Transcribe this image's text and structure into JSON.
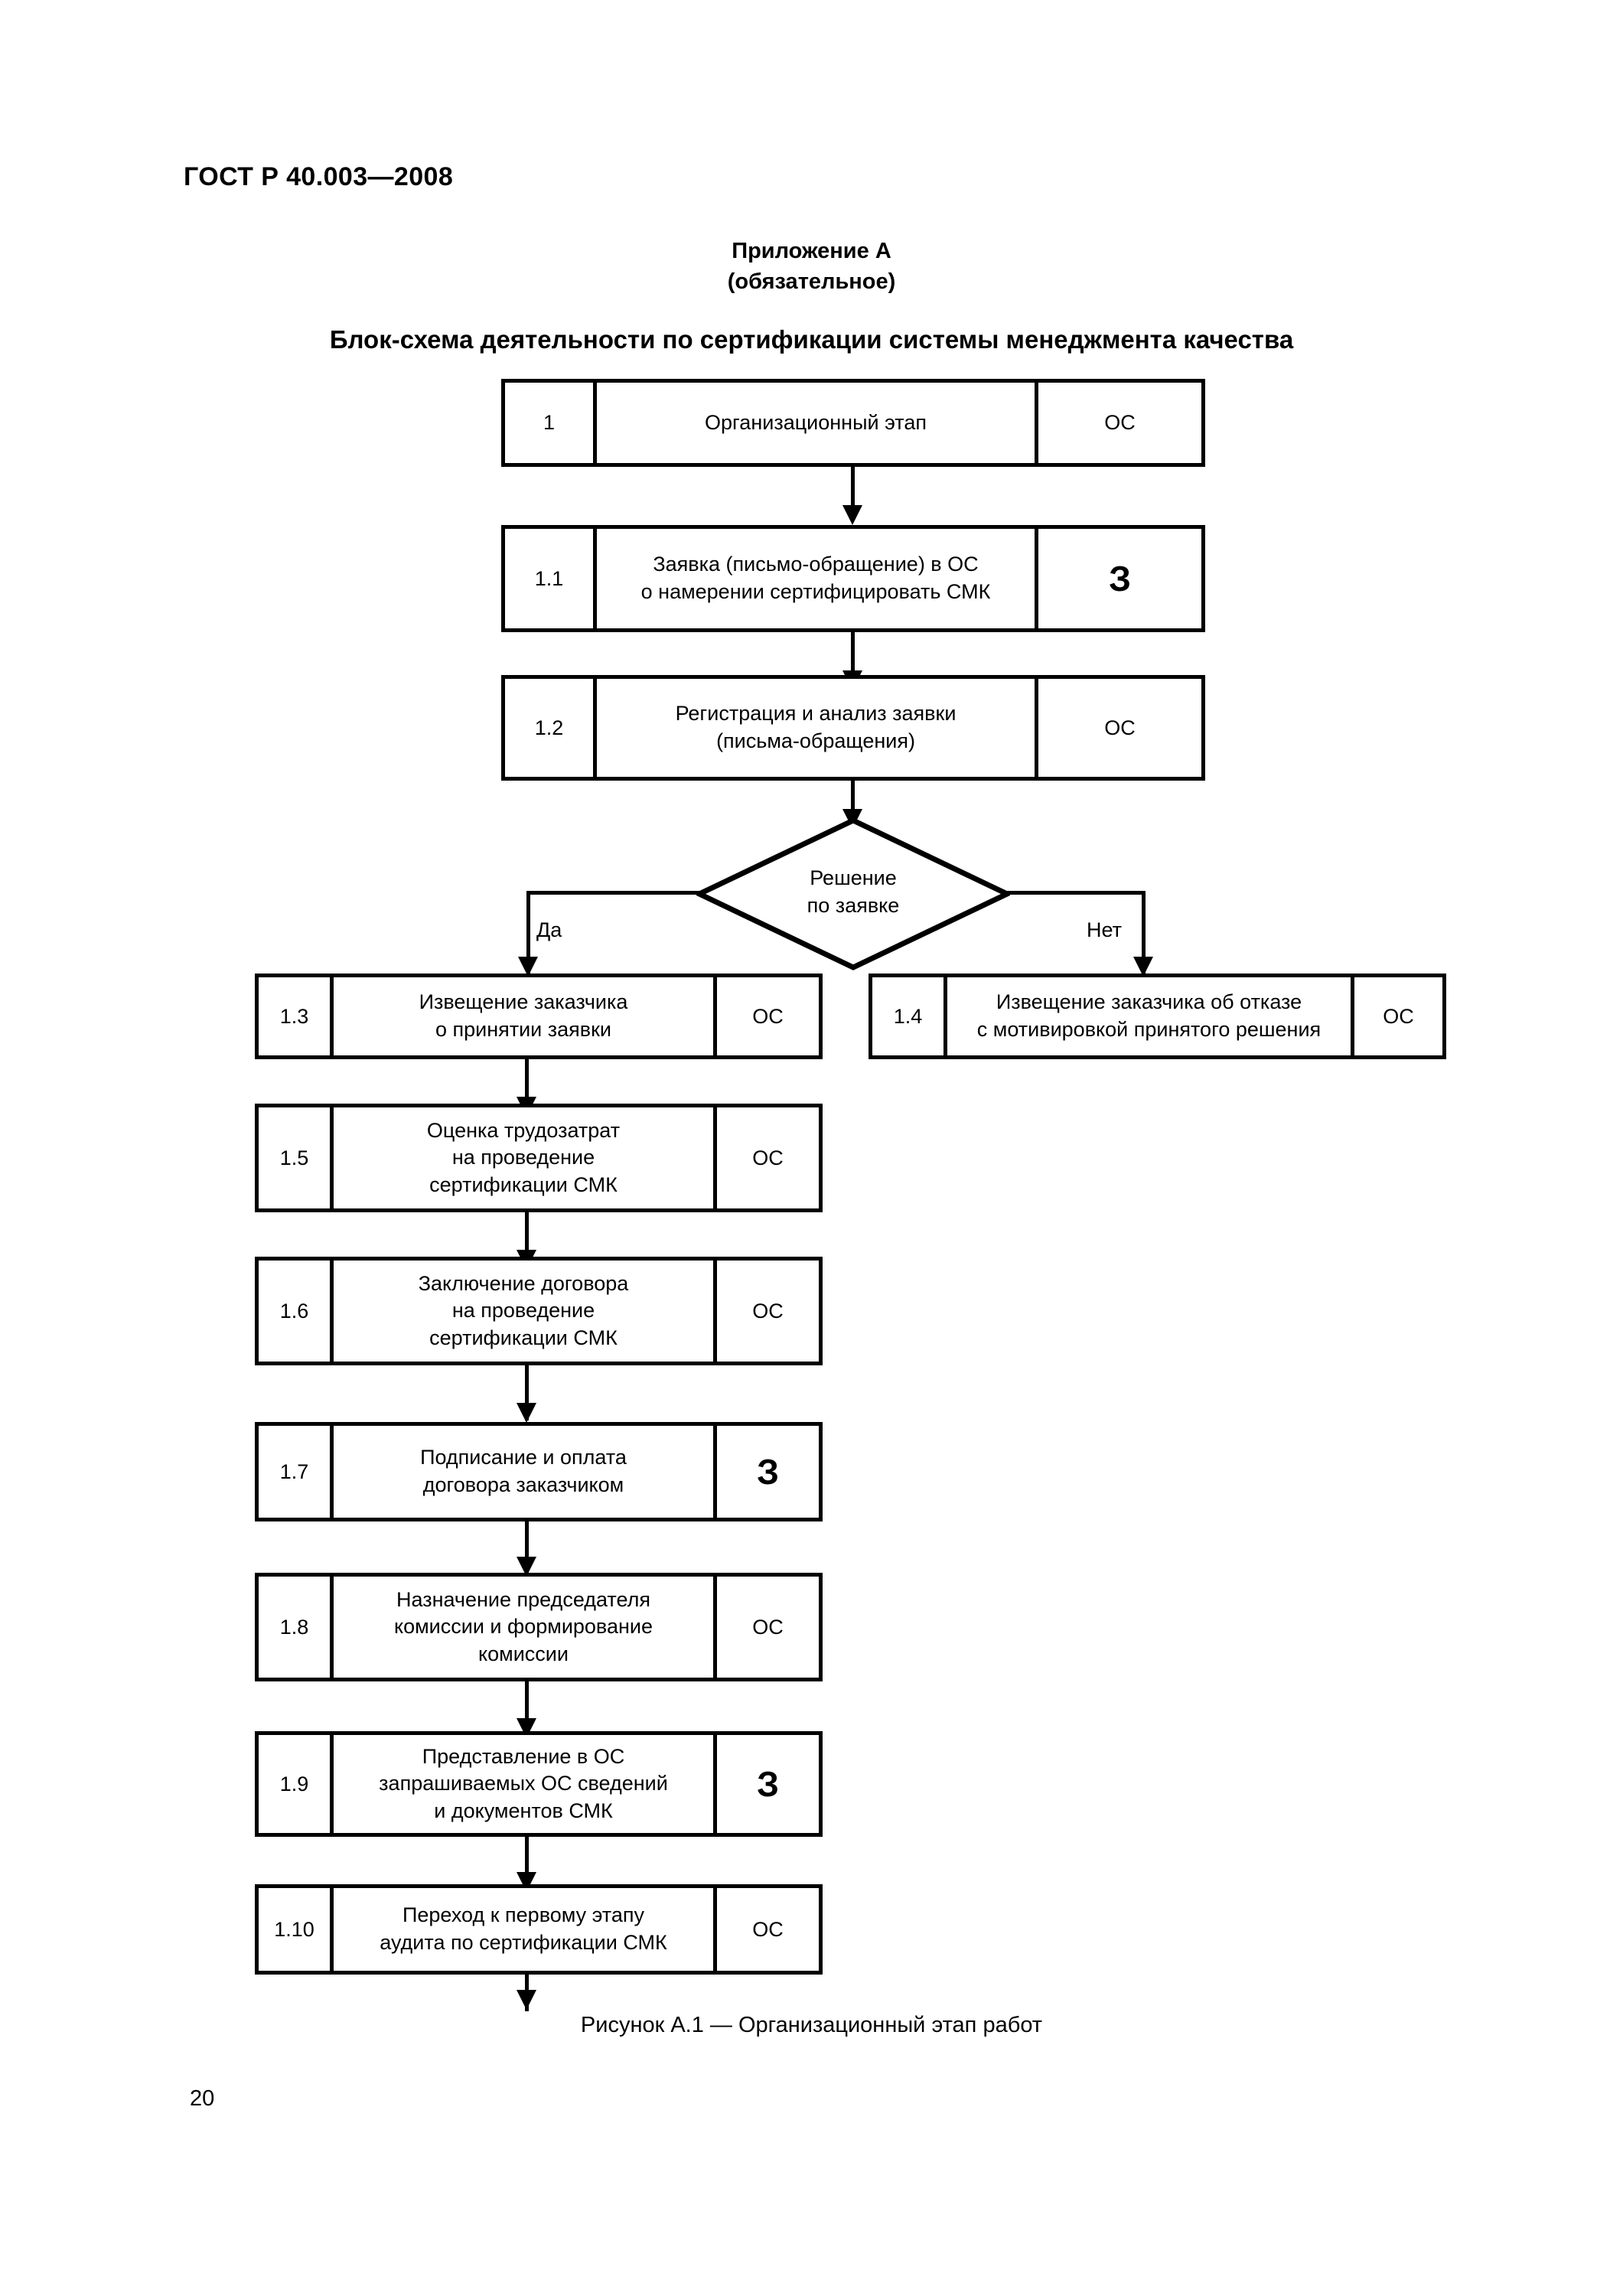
{
  "document": {
    "standard_header": "ГОСТ Р 40.003—2008",
    "page_number": "20"
  },
  "appendix": {
    "label": "Приложение А",
    "status": "(обязательное)",
    "title": "Блок-схема деятельности по сертификации системы менеджмента качества"
  },
  "figure": {
    "caption": "Рисунок А.1 — Организационный этап работ"
  },
  "flowchart": {
    "nodes": [
      {
        "num": "1",
        "text": "Организационный этап",
        "actor": "ОС"
      },
      {
        "num": "1.1",
        "text_line1": "Заявка (письмо-обращение) в ОС",
        "text_line2": "о намерении сертифицировать СМК",
        "actor": "З"
      },
      {
        "num": "1.2",
        "text_line1": "Регистрация и анализ заявки",
        "text_line2": "(письма-обращения)",
        "actor": "ОС"
      },
      {
        "num": "1.3",
        "text_line1": "Извещение заказчика",
        "text_line2": "о принятии заявки",
        "actor": "ОС"
      },
      {
        "num": "1.4",
        "text_line1": "Извещение заказчика об отказе",
        "text_line2": "с мотивировкой принятого решения",
        "actor": "ОС"
      },
      {
        "num": "1.5",
        "text_line1": "Оценка трудозатрат",
        "text_line2": "на проведение",
        "text_line3": "сертификации СМК",
        "actor": "ОС"
      },
      {
        "num": "1.6",
        "text_line1": "Заключение договора",
        "text_line2": "на проведение",
        "text_line3": "сертификации СМК",
        "actor": "ОС"
      },
      {
        "num": "1.7",
        "text_line1": "Подписание и оплата",
        "text_line2": "договора заказчиком",
        "actor": "З"
      },
      {
        "num": "1.8",
        "text_line1": "Назначение председателя",
        "text_line2": "комиссии и формирование",
        "text_line3": "комиссии",
        "actor": "ОС"
      },
      {
        "num": "1.9",
        "text_line1": "Представление в ОС",
        "text_line2": "запрашиваемых ОС сведений",
        "text_line3": "и документов СМК",
        "actor": "З"
      },
      {
        "num": "1.10",
        "text_line1": "Переход к первому этапу",
        "text_line2": "аудита по сертификации СМК",
        "actor": "ОС"
      }
    ],
    "decision": {
      "text_line1": "Решение",
      "text_line2": "по заявке",
      "branch_yes": "Да",
      "branch_no": "Нет"
    }
  },
  "colors": {
    "ink": "#000000",
    "paper": "#ffffff"
  }
}
